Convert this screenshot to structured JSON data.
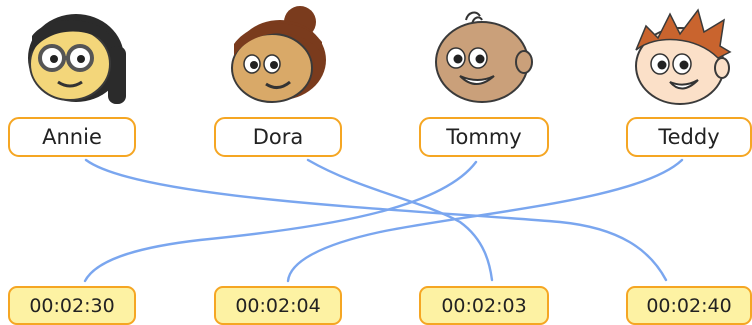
{
  "people": [
    {
      "name": "Annie",
      "face": "girl-with-glasses-icon"
    },
    {
      "name": "Dora",
      "face": "girl-with-bun-icon"
    },
    {
      "name": "Tommy",
      "face": "bald-boy-icon"
    },
    {
      "name": "Teddy",
      "face": "boy-with-spiky-hair-icon"
    }
  ],
  "times": [
    "00:02:30",
    "00:02:04",
    "00:02:03",
    "00:02:40"
  ],
  "matches": [
    {
      "name": "Annie",
      "time": "00:02:40"
    },
    {
      "name": "Dora",
      "time": "00:02:03"
    },
    {
      "name": "Tommy",
      "time": "00:02:30"
    },
    {
      "name": "Teddy",
      "time": "00:02:04"
    }
  ],
  "colors": {
    "box_border": "#f5a623",
    "time_fill": "#fdf2a3",
    "line": "#7aa6ef"
  }
}
